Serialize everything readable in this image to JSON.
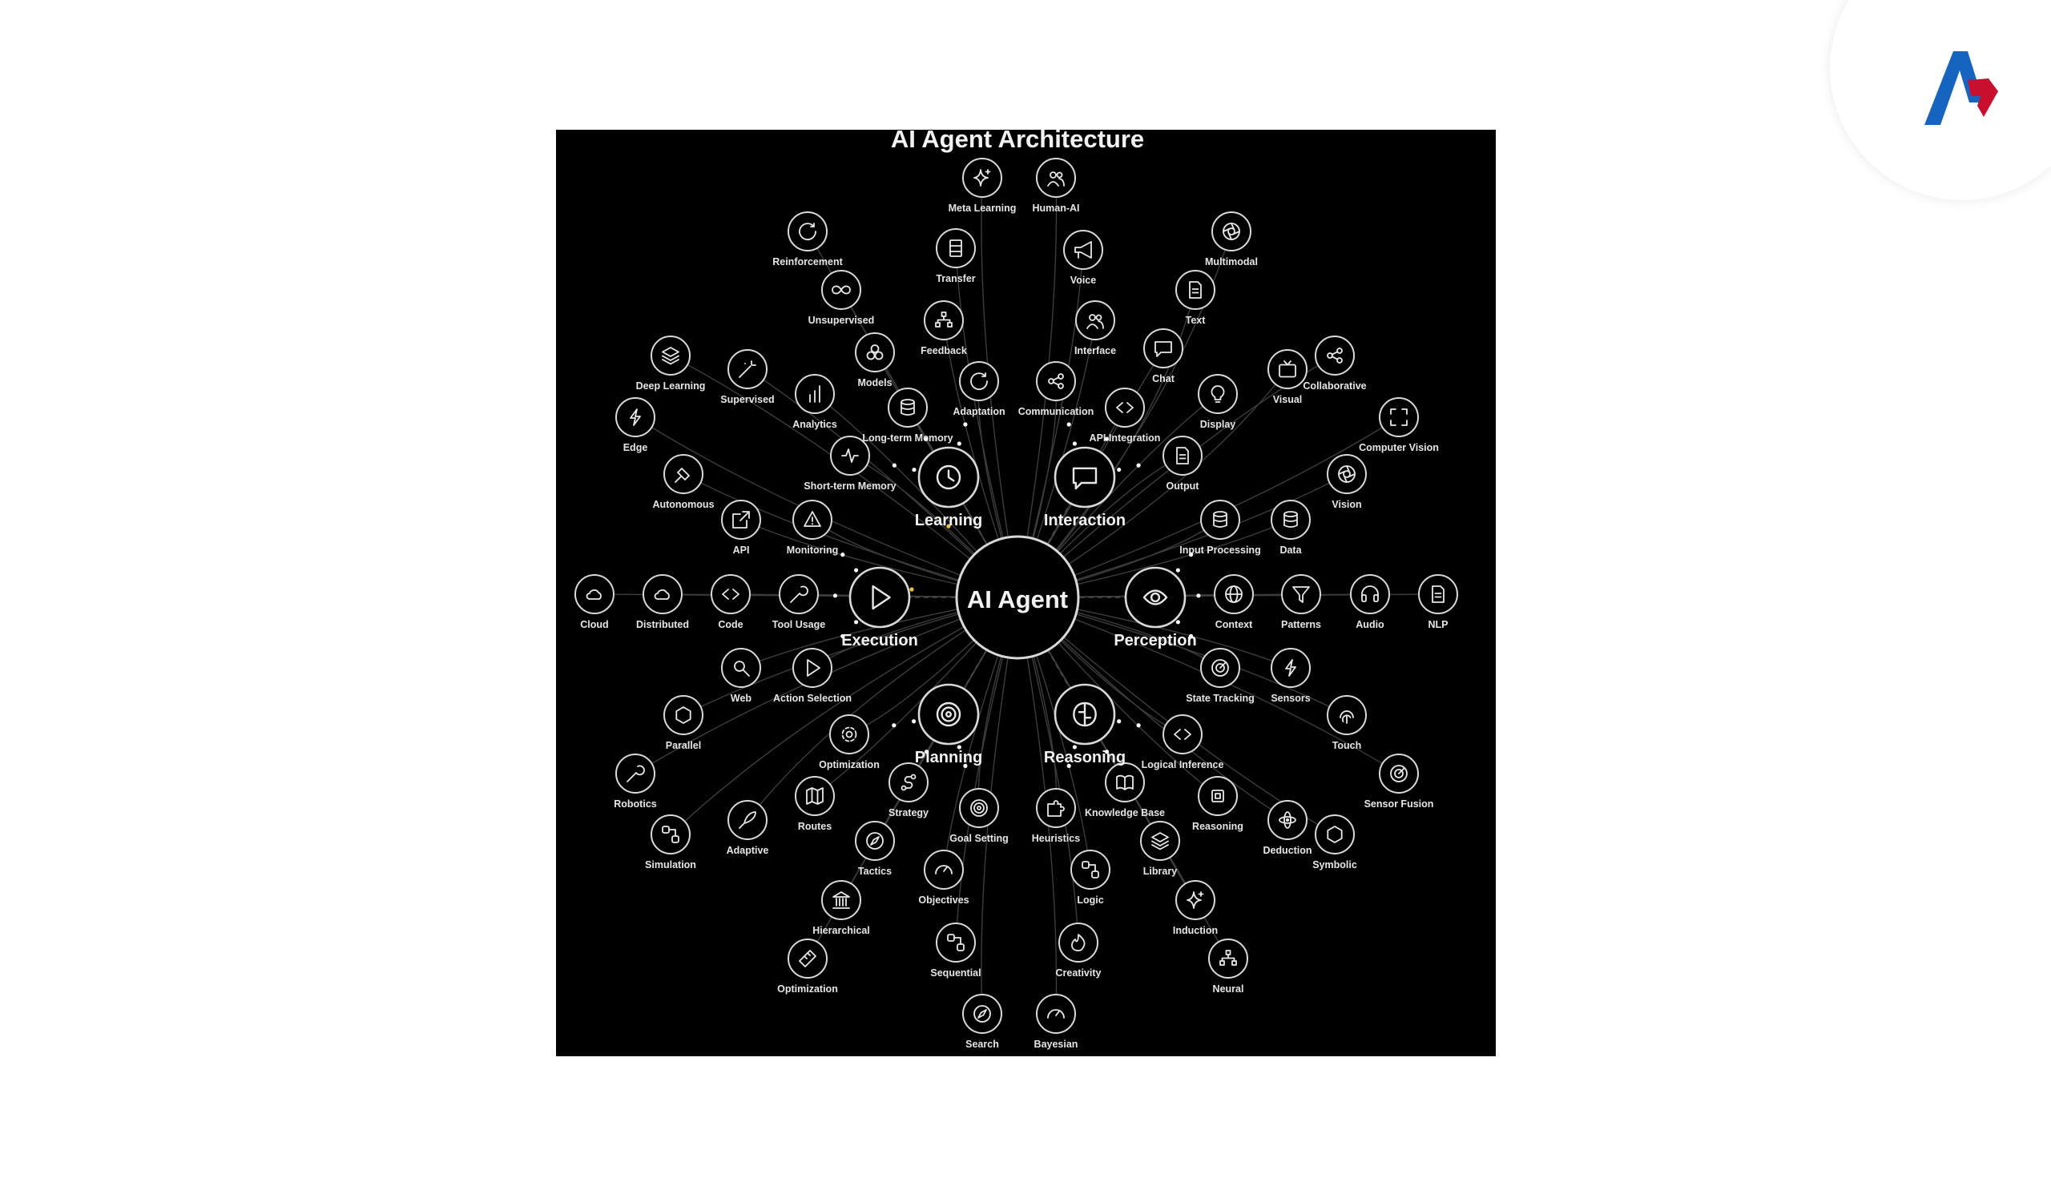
{
  "diagram": {
    "title": "AI Agent Architecture",
    "center": "AI Agent",
    "hubs": [
      "Learning",
      "Interaction",
      "Perception",
      "Reasoning",
      "Planning",
      "Execution"
    ]
  },
  "nodes": [
    {
      "label": "Meta Learning",
      "icon": "sparkle-icon",
      "hub": 0
    },
    {
      "label": "Human-AI",
      "icon": "users-icon",
      "hub": 1
    },
    {
      "label": "Reinforcement",
      "icon": "refresh-icon",
      "hub": 0
    },
    {
      "label": "Transfer",
      "icon": "container-icon",
      "hub": 0
    },
    {
      "label": "Voice",
      "icon": "megaphone-icon",
      "hub": 1
    },
    {
      "label": "Multimodal",
      "icon": "aperture-icon",
      "hub": 2
    },
    {
      "label": "Unsupervised",
      "icon": "infinity-icon",
      "hub": 0
    },
    {
      "label": "Text",
      "icon": "document-icon",
      "hub": 2
    },
    {
      "label": "Feedback",
      "icon": "hierarchy-icon",
      "hub": 0
    },
    {
      "label": "Interface",
      "icon": "users-icon",
      "hub": 1
    },
    {
      "label": "Deep Learning",
      "icon": "layers-icon",
      "hub": 0
    },
    {
      "label": "Models",
      "icon": "cubes-icon",
      "hub": 0
    },
    {
      "label": "Chat",
      "icon": "message-icon",
      "hub": 1
    },
    {
      "label": "Collaborative",
      "icon": "share-icon",
      "hub": 1
    },
    {
      "label": "Supervised",
      "icon": "wand-icon",
      "hub": 0
    },
    {
      "label": "Visual",
      "icon": "tv-icon",
      "hub": 2
    },
    {
      "label": "Adaptation",
      "icon": "refresh-icon",
      "hub": 0
    },
    {
      "label": "Communication",
      "icon": "share-icon",
      "hub": 1
    },
    {
      "label": "Analytics",
      "icon": "bar-chart-icon",
      "hub": 0
    },
    {
      "label": "Display",
      "icon": "lightbulb-icon",
      "hub": 1
    },
    {
      "label": "Edge",
      "icon": "lightning-icon",
      "hub": 5
    },
    {
      "label": "Long-term Memory",
      "icon": "database-icon",
      "hub": 0
    },
    {
      "label": "API Integration",
      "icon": "code-icon",
      "hub": 1
    },
    {
      "label": "Computer Vision",
      "icon": "focus-icon",
      "hub": 2
    },
    {
      "label": "Short-term Memory",
      "icon": "pulse-icon",
      "hub": 0
    },
    {
      "label": "Output",
      "icon": "document-icon",
      "hub": 1
    },
    {
      "label": "Autonomous",
      "icon": "satellite-icon",
      "hub": 5
    },
    {
      "label": "Vision",
      "icon": "aperture-icon",
      "hub": 2
    },
    {
      "label": "API",
      "icon": "external-link-icon",
      "hub": 5
    },
    {
      "label": "Monitoring",
      "icon": "alert-icon",
      "hub": 5
    },
    {
      "label": "Input Processing",
      "icon": "database-icon",
      "hub": 2
    },
    {
      "label": "Data",
      "icon": "database-icon",
      "hub": 2
    },
    {
      "label": "Cloud",
      "icon": "cloud-icon",
      "hub": 5
    },
    {
      "label": "Distributed",
      "icon": "cloud-icon",
      "hub": 5
    },
    {
      "label": "Code",
      "icon": "code-icon",
      "hub": 5
    },
    {
      "label": "Tool Usage",
      "icon": "wrench-icon",
      "hub": 5
    },
    {
      "label": "Context",
      "icon": "globe-icon",
      "hub": 2
    },
    {
      "label": "Patterns",
      "icon": "filter-icon",
      "hub": 2
    },
    {
      "label": "Audio",
      "icon": "headphones-icon",
      "hub": 2
    },
    {
      "label": "NLP",
      "icon": "document-icon",
      "hub": 2
    },
    {
      "label": "Web",
      "icon": "search-icon",
      "hub": 5
    },
    {
      "label": "Action Selection",
      "icon": "play-icon",
      "hub": 5
    },
    {
      "label": "State Tracking",
      "icon": "radar-icon",
      "hub": 2
    },
    {
      "label": "Sensors",
      "icon": "lightning-icon",
      "hub": 2
    },
    {
      "label": "Parallel",
      "icon": "hexagon-icon",
      "hub": 5
    },
    {
      "label": "Touch",
      "icon": "fingerprint-icon",
      "hub": 2
    },
    {
      "label": "Optimization",
      "icon": "gear-icon",
      "hub": 4
    },
    {
      "label": "Logical Inference",
      "icon": "code-icon",
      "hub": 3
    },
    {
      "label": "Robotics",
      "icon": "wrench-icon",
      "hub": 5
    },
    {
      "label": "Sensor Fusion",
      "icon": "radar-icon",
      "hub": 2
    },
    {
      "label": "Strategy",
      "icon": "route-icon",
      "hub": 4
    },
    {
      "label": "Knowledge Base",
      "icon": "book-icon",
      "hub": 3
    },
    {
      "label": "Routes",
      "icon": "map-icon",
      "hub": 4
    },
    {
      "label": "Reasoning",
      "icon": "chip-icon",
      "hub": 3
    },
    {
      "label": "Goal Setting",
      "icon": "target-icon",
      "hub": 4
    },
    {
      "label": "Heuristics",
      "icon": "puzzle-icon",
      "hub": 3
    },
    {
      "label": "Adaptive",
      "icon": "rocket-icon",
      "hub": 5
    },
    {
      "label": "Deduction",
      "icon": "atom-icon",
      "hub": 3
    },
    {
      "label": "Simulation",
      "icon": "workflow-icon",
      "hub": 5
    },
    {
      "label": "Symbolic",
      "icon": "hexagon-icon",
      "hub": 3
    },
    {
      "label": "Tactics",
      "icon": "compass-icon",
      "hub": 4
    },
    {
      "label": "Library",
      "icon": "layers-icon",
      "hub": 3
    },
    {
      "label": "Objectives",
      "icon": "gauge-icon",
      "hub": 4
    },
    {
      "label": "Logic",
      "icon": "workflow-icon",
      "hub": 3
    },
    {
      "label": "Hierarchical",
      "icon": "landmark-icon",
      "hub": 4
    },
    {
      "label": "Induction",
      "icon": "sparkle-icon",
      "hub": 3
    },
    {
      "label": "Sequential",
      "icon": "workflow-icon",
      "hub": 4
    },
    {
      "label": "Creativity",
      "icon": "flame-icon",
      "hub": 3
    },
    {
      "label": "Optimization",
      "icon": "ruler-icon",
      "hub": 4
    },
    {
      "label": "Neural",
      "icon": "hierarchy-icon",
      "hub": 3
    },
    {
      "label": "Search",
      "icon": "compass-icon",
      "hub": 4
    },
    {
      "label": "Bayesian",
      "icon": "gauge-icon",
      "hub": 3
    }
  ],
  "colors": {
    "page_background": "#ffffff",
    "diagram_background": "#000000",
    "node_stroke": "#d9d9d9",
    "connector": "#3c3c3c",
    "highlight_dot": "#ffffff",
    "accent_dot": "#f0c040",
    "logo_blue": "#1565c0",
    "logo_red": "#c8102e"
  },
  "logo": {
    "icon": "brand-logo-icon"
  }
}
